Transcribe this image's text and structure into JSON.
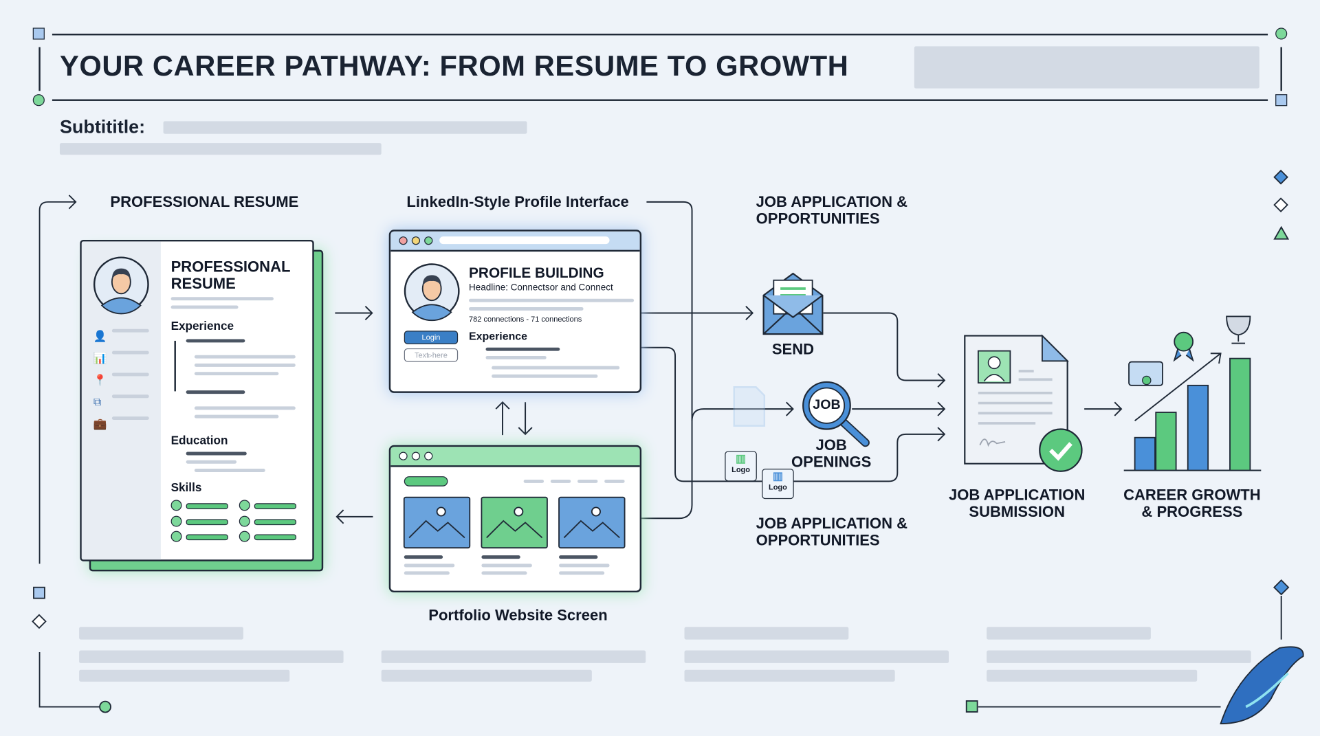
{
  "header": {
    "title": "YOUR CAREER PATHWAY: FROM RESUME TO GROWTH",
    "subtitle_label": "Subtititle:"
  },
  "resume": {
    "section_label": "PROFESSIONAL RESUME",
    "card_title": "PROFESSIONAL RESUME",
    "experience": "Experience",
    "education": "Education",
    "skills": "Skills"
  },
  "profile": {
    "section_label": "LinkedIn-Style Profile Interface",
    "title": "PROFILE BUILDING",
    "headline": "Headline: Connectsor and Connect",
    "connections": "782 connections - 71 connections",
    "login": "Login",
    "text_field": "Text▹here",
    "experience": "Experience"
  },
  "portfolio": {
    "section_label": "Portfolio Website Screen"
  },
  "jobs": {
    "top_label": "JOB APPLICATION & OPPORTUNITIES",
    "send": "SEND",
    "job_badge": "JOB",
    "openings": "JOB OPENINGS",
    "logo1": "Logo",
    "logo2": "Logo",
    "bottom_label": "JOB APPLICATION & OPPORTUNITIES"
  },
  "submission": {
    "label": "JOB APPLICATION SUBMISSION"
  },
  "growth": {
    "label": "CAREER GROWTH & PROGRESS"
  },
  "colors": {
    "green": "#5cc97f",
    "blue": "#4a90d9",
    "dark": "#1f2937"
  }
}
